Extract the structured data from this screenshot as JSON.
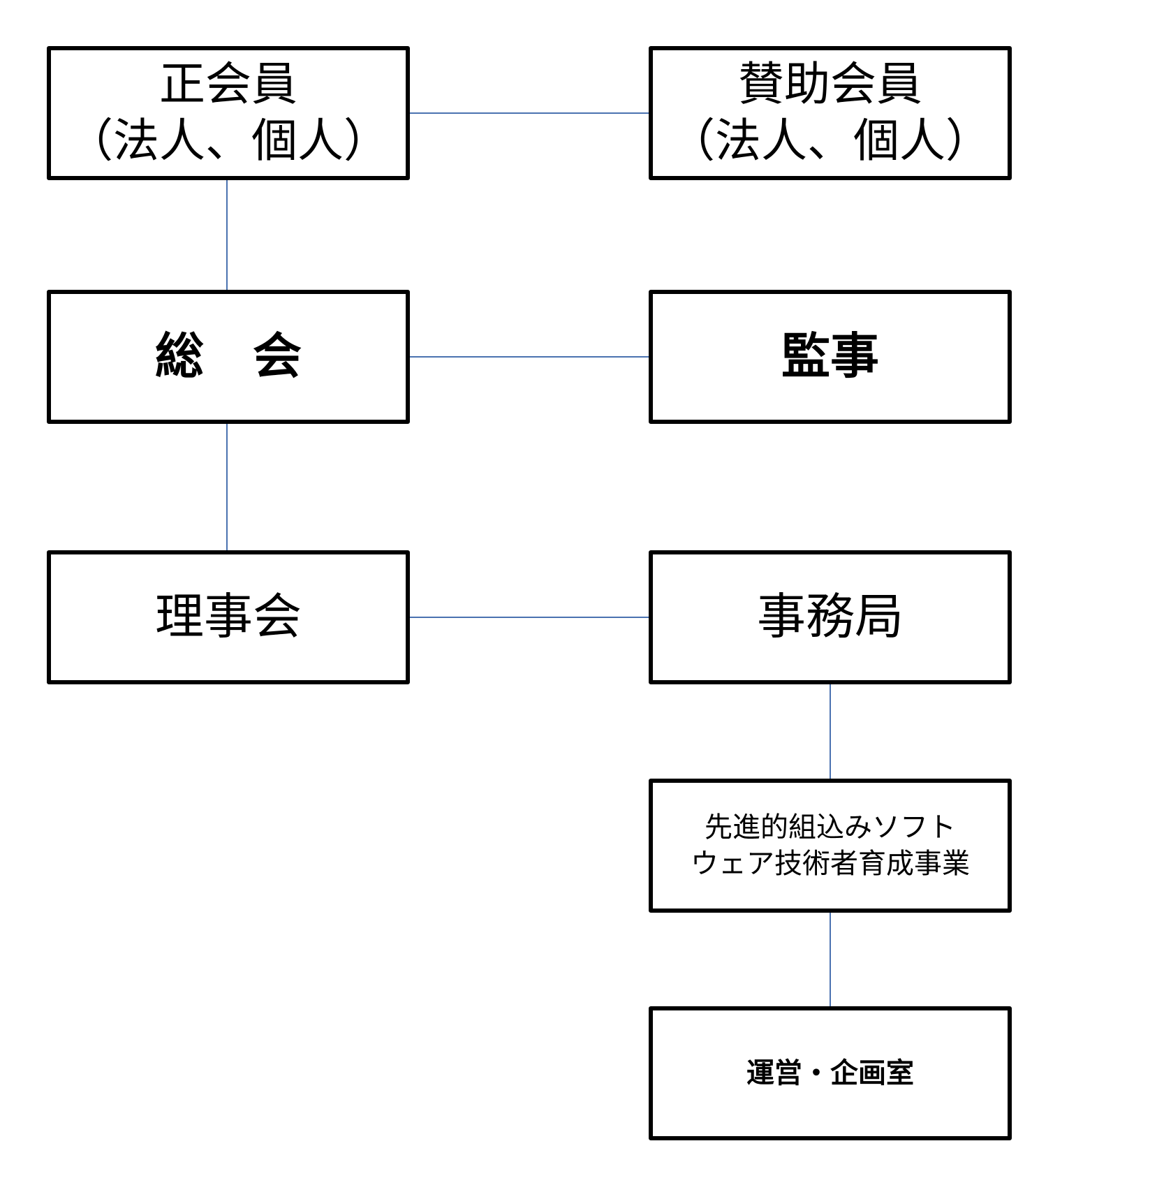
{
  "nodes": {
    "regular_members": {
      "line1": "正会員",
      "line2": "（法人、個人）"
    },
    "supporting_members": {
      "line1": "賛助会員",
      "line2": "（法人、個人）"
    },
    "general_assembly": {
      "label": "総　会"
    },
    "auditor": {
      "label": "監事"
    },
    "board": {
      "label": "理事会"
    },
    "secretariat": {
      "label": "事務局"
    },
    "training_program": {
      "line1": "先進的組込みソフト",
      "line2": "ウェア技術者育成事業"
    },
    "planning_office": {
      "label": "運営・企画室"
    }
  },
  "connections": [
    {
      "from": "regular_members",
      "to": "supporting_members"
    },
    {
      "from": "regular_members",
      "to": "general_assembly"
    },
    {
      "from": "general_assembly",
      "to": "auditor"
    },
    {
      "from": "general_assembly",
      "to": "board"
    },
    {
      "from": "board",
      "to": "secretariat"
    },
    {
      "from": "secretariat",
      "to": "training_program"
    },
    {
      "from": "training_program",
      "to": "planning_office"
    }
  ],
  "colors": {
    "connector": "#4a72b0",
    "border": "#000000",
    "background": "#ffffff"
  }
}
